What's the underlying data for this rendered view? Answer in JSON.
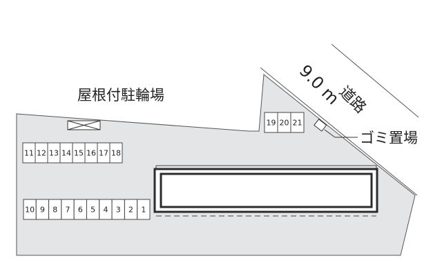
{
  "labels": {
    "bicycle_parking": "屋根付駐輪場",
    "garbage": "ゴミ置場",
    "road_width": "9.0 m",
    "road_name": "道路"
  },
  "parking": {
    "top_row": [
      "11",
      "12",
      "13",
      "14",
      "15",
      "16",
      "17",
      "18"
    ],
    "bottom_row": [
      "10",
      "9",
      "8",
      "7",
      "6",
      "5",
      "4",
      "3",
      "2",
      "1"
    ],
    "right_row": [
      "19",
      "20",
      "21"
    ]
  },
  "colors": {
    "lot": "#e4e5e7",
    "lines": "#555555",
    "building_border": "#2b2b2b",
    "building_fill": "#ffffff",
    "text": "#222222"
  }
}
